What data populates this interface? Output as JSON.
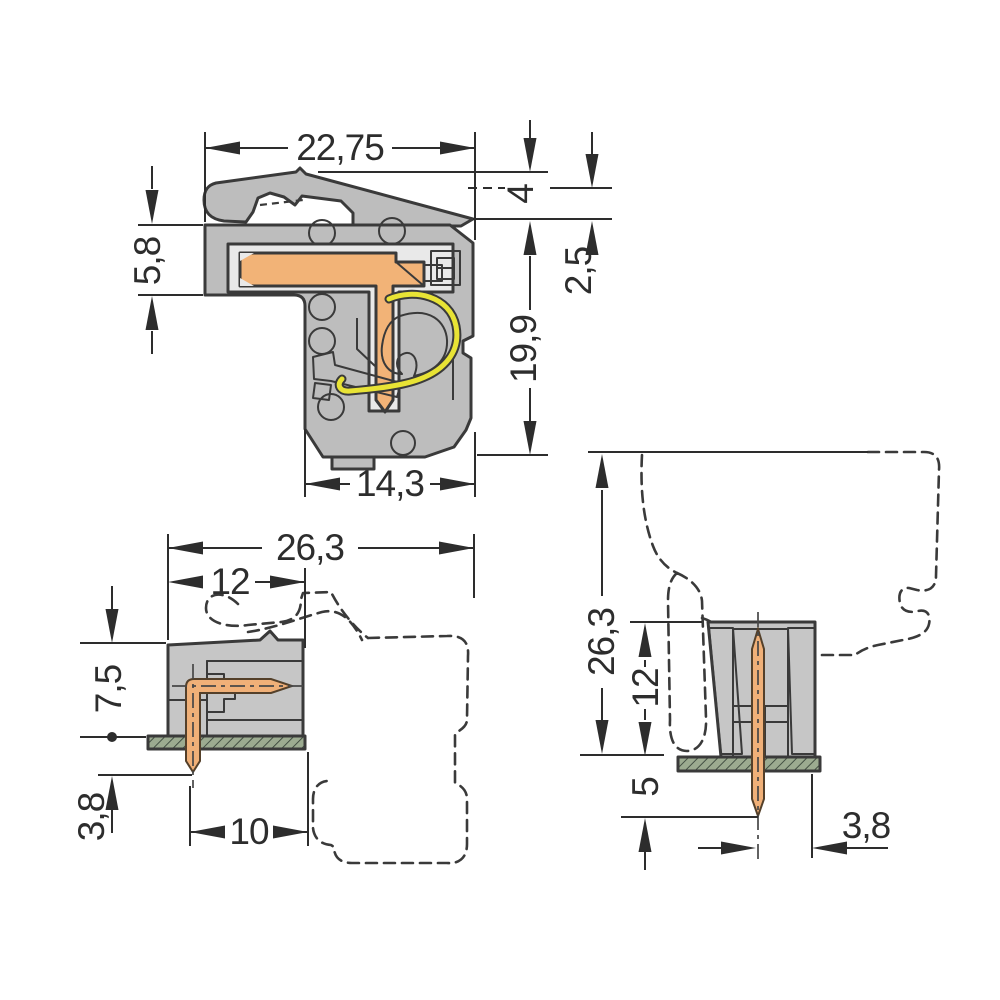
{
  "drawing": {
    "title": "connector-dimension-drawing",
    "colors": {
      "background": "#ffffff",
      "body_gray": "#bdbdbd",
      "cavity_gray": "#d2d2d2",
      "hatch_gray": "#d8d8d8",
      "outline": "#3a3a3a",
      "copper": "#f2b377",
      "spring_yellow": "#e8e335",
      "pcb_green": "#9cab90",
      "dimension_color": "#2d2d2d"
    },
    "views": {
      "plug_side_section": {
        "name": "female-connector-side-section",
        "dims": {
          "total_width": "22,75",
          "latch_height": "4",
          "latch_clearance": "2,5",
          "wire_entry_height": "5,8",
          "body_height": "19,9",
          "front_width": "14,3"
        }
      },
      "header_side_section": {
        "name": "pcb-header-side-section",
        "dims": {
          "total_depth_mated": "26,3",
          "insertion_depth": "12",
          "height_above_pcb": "7,5",
          "pin_protrusion": "3,8",
          "pin_length": "10"
        }
      },
      "header_front_section": {
        "name": "pcb-header-front-section",
        "dims": {
          "total_height_mated": "26,3",
          "header_height": "12",
          "pin_below_pcb": "5",
          "pin_to_edge": "3,8"
        }
      }
    }
  }
}
